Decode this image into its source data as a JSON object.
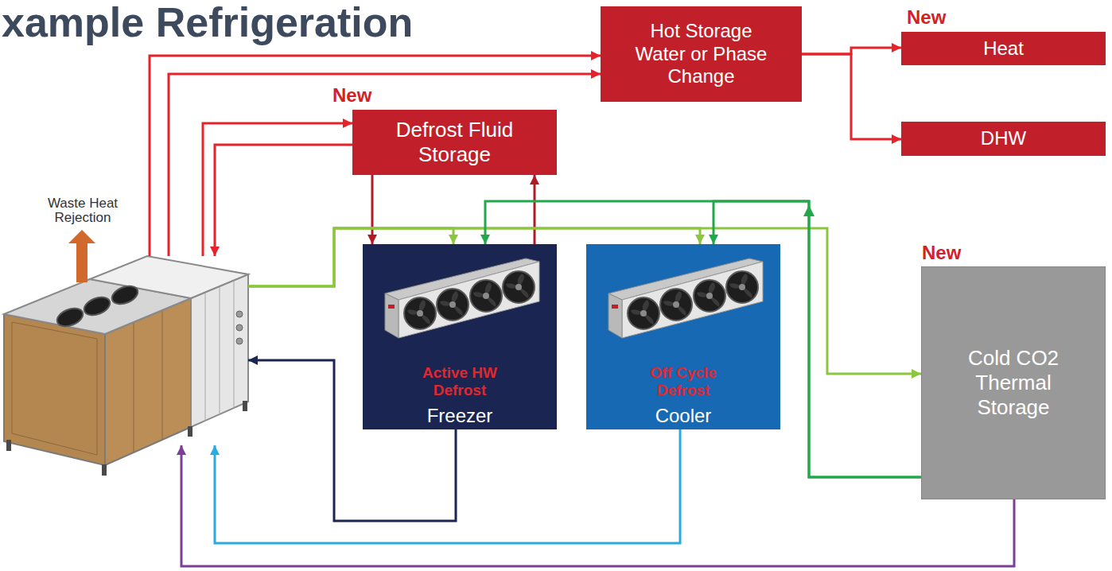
{
  "diagram": {
    "title": "xample Refrigeration",
    "nodes": [
      {
        "text": [
          "Hot Storage Water or Phase Change"
        ]
      },
      {
        "text": [
          "New",
          "Heat"
        ]
      },
      {
        "text": [
          "New",
          "Defrost Fluid Storage"
        ]
      },
      {
        "text": [
          "DHW"
        ]
      },
      {
        "text": [
          "Waste Heat Rejection"
        ]
      },
      {
        "text": [
          "Active HW Defrost",
          "Freezer"
        ]
      },
      {
        "text": [
          "Off Cycle Defrost",
          "Cooler"
        ]
      },
      {
        "text": [
          "New",
          "Cold CO2 Thermal Storage"
        ]
      }
    ],
    "edges": [
      {
        "from": 4,
        "to": 0,
        "arrow": "to"
      },
      {
        "from": 4,
        "to": 0,
        "arrow": "to"
      },
      {
        "from": 0,
        "to": 1,
        "arrow": "to"
      },
      {
        "from": 0,
        "to": 3,
        "arrow": "to"
      },
      {
        "from": 4,
        "to": 2,
        "arrow": "to"
      },
      {
        "from": 2,
        "to": 4,
        "arrow": "to"
      },
      {
        "from": 2,
        "to": 5,
        "arrow": "to"
      },
      {
        "from": 5,
        "to": 2,
        "arrow": "to"
      },
      {
        "from": 4,
        "to": 5,
        "arrow": "to"
      },
      {
        "from": 4,
        "to": 6,
        "arrow": "to"
      },
      {
        "from": 4,
        "to": 7,
        "arrow": "to"
      },
      {
        "from": 7,
        "to": 5,
        "arrow": "to"
      },
      {
        "from": 7,
        "to": 6,
        "arrow": "to"
      },
      {
        "from": 5,
        "to": 4,
        "arrow": "to"
      },
      {
        "from": 6,
        "to": 4,
        "arrow": "to"
      },
      {
        "from": 7,
        "to": 4,
        "arrow": "to"
      }
    ]
  }
}
